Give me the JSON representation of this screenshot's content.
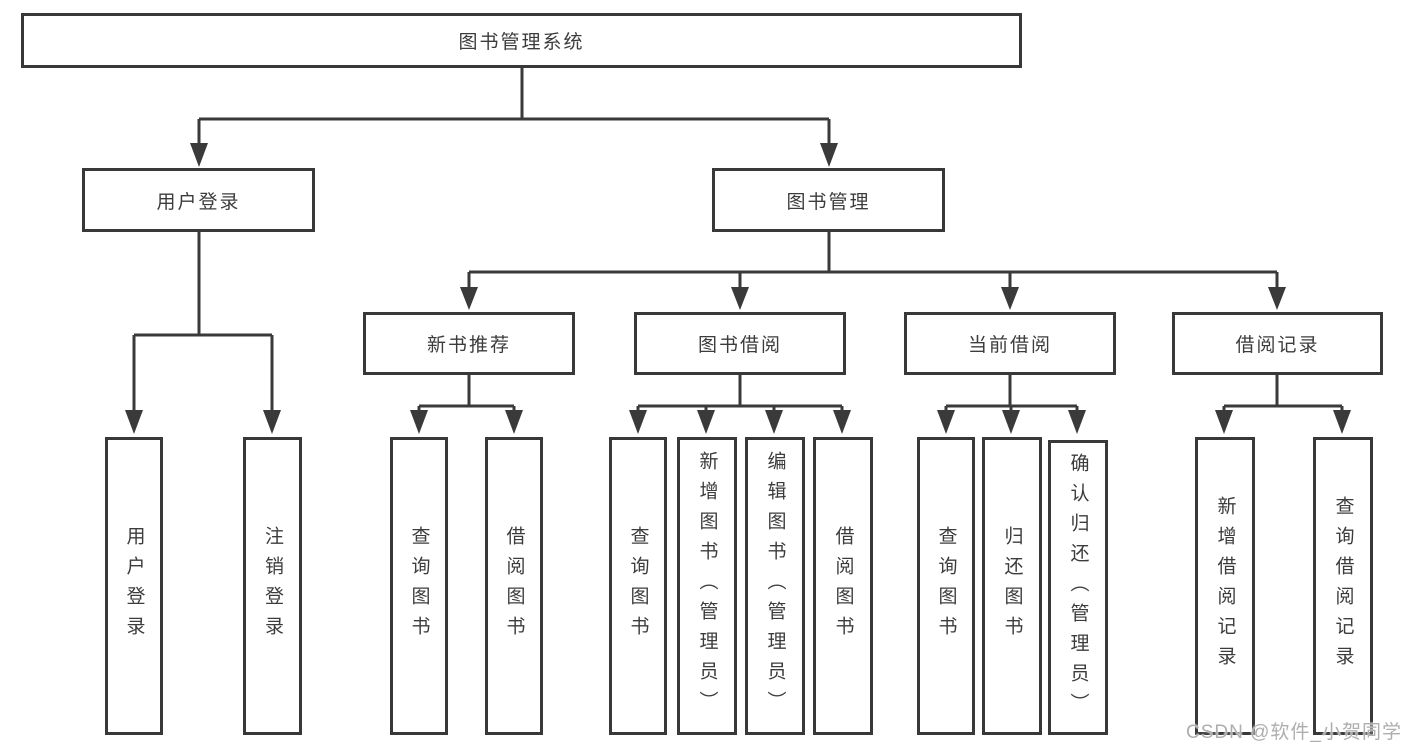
{
  "diagram": {
    "title": "图书管理系统",
    "root": {
      "label": "图书管理系统"
    },
    "level2": [
      {
        "id": "user-login",
        "label": "用户登录"
      },
      {
        "id": "book-management",
        "label": "图书管理"
      }
    ],
    "level3": [
      {
        "id": "new-book-recommend",
        "label": "新书推荐"
      },
      {
        "id": "book-borrowing",
        "label": "图书借阅"
      },
      {
        "id": "current-borrowing",
        "label": "当前借阅"
      },
      {
        "id": "borrowing-records",
        "label": "借阅记录"
      }
    ],
    "leaves": {
      "user_login": [
        "用户登录",
        "注销登录"
      ],
      "new_book_recommend": [
        "查询图书",
        "借阅图书"
      ],
      "book_borrowing": [
        "查询图书",
        "新增图书（管理员）",
        "编辑图书（管理员）",
        "借阅图书"
      ],
      "current_borrowing": [
        "查询图书",
        "归还图书",
        "确认归还（管理员）"
      ],
      "borrowing_records": [
        "新增借阅记录",
        "查询借阅记录"
      ]
    }
  },
  "watermark": "CSDN @软件_小贺同学",
  "colors": {
    "line": "#3a3a3a",
    "border": "#383838",
    "text": "#3c3c3c",
    "background": "#ffffff",
    "watermark": "#aeaeae"
  }
}
